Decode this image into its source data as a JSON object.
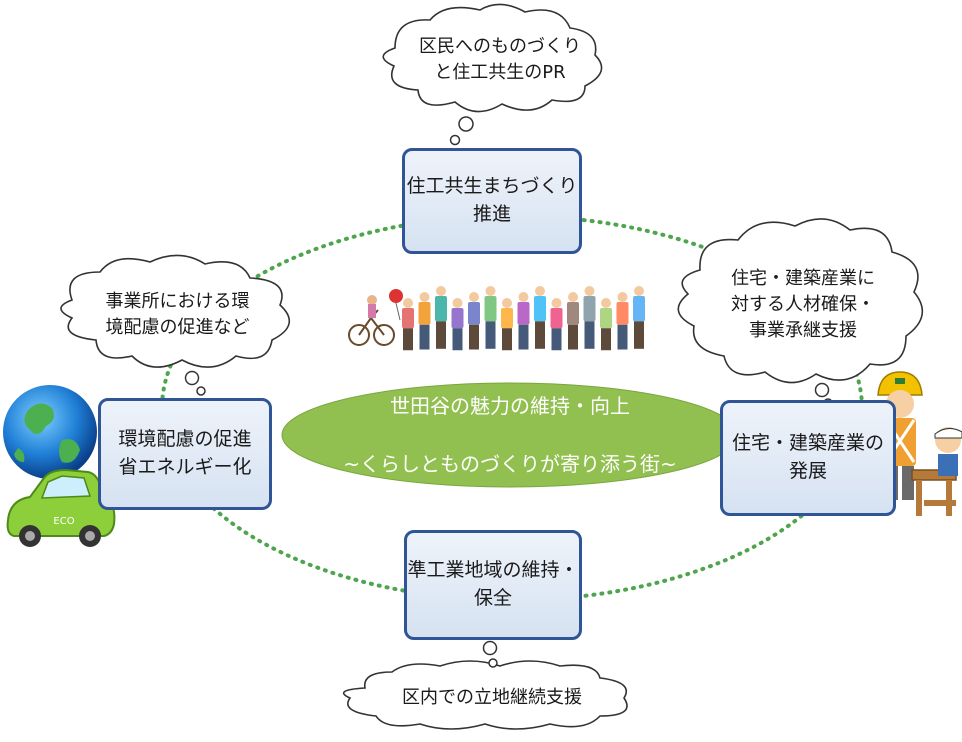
{
  "center": {
    "line1": "世田谷の魅力の維持・向上",
    "line2": "~くらしとものづくりが寄り添う街~"
  },
  "boxes": {
    "top": "住工共生まちづくり\n推進",
    "left": "環境配慮の促進\n省エネルギー化",
    "right": "住宅・建築産業の\n発展",
    "bottom": "準工業地域の維持・\n保全"
  },
  "clouds": {
    "top": "区民へのものづくり\nと住工共生のPR",
    "left": "事業所における環\n境配慮の促進など",
    "right": "住宅・建築産業に\n対する人材確保・\n事業承継支援",
    "bottom": "区内での立地継続支援"
  },
  "illustrations": {
    "people": "crowd-of-people-icon",
    "globe": "globe-icon",
    "car": "eco-car-icon",
    "worker": "construction-worker-icon",
    "carpenter": "carpenter-icon"
  },
  "colors": {
    "ellipse": "#92c050",
    "box_border": "#2f5597",
    "dotted_ring": "#4ea54e"
  },
  "car_label": "ECO"
}
